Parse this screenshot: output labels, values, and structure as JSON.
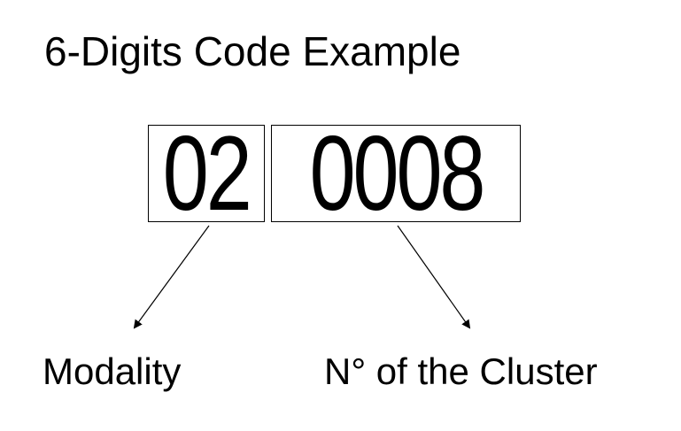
{
  "title": "6-Digits Code Example",
  "code": {
    "modality_digits": "02",
    "cluster_digits": "0008"
  },
  "labels": {
    "modality": "Modality",
    "cluster": "N° of the Cluster"
  },
  "colors": {
    "text": "#000000",
    "background": "#ffffff"
  }
}
